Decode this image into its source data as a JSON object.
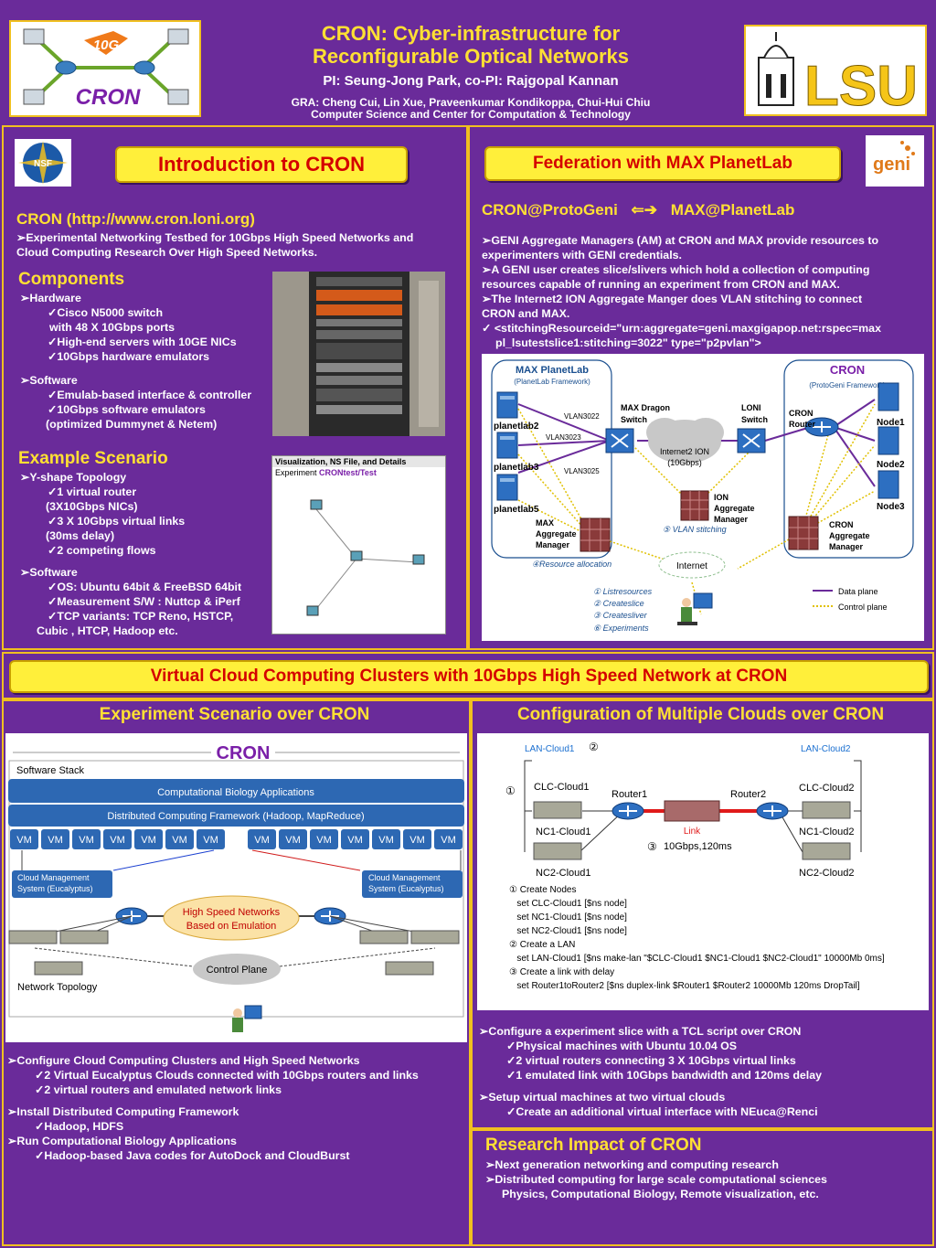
{
  "header": {
    "title_line1": "CRON: Cyber-infrastructure for",
    "title_line2": "Reconfigurable Optical Networks",
    "pi": "PI: Seung-Jong Park, co-PI: Rajgopal Kannan",
    "gra": "GRA: Cheng Cui, Lin Xue,  Praveenkumar Kondikoppa, Chui-Hui Chiu",
    "affiliation": "Computer Science and Center for Computation & Technology",
    "cron_logo_word": "CRON",
    "cron_logo_badge": "10G",
    "lsu_logo": "LSU"
  },
  "intro": {
    "badge": "NSF",
    "title": "Introduction to CRON",
    "cron_heading": "CRON (http://www.cron.loni.org)",
    "cron_desc": [
      "➢Experimental Networking Testbed for 10Gbps High Speed  Networks and",
      "Cloud Computing Research Over High Speed Networks."
    ],
    "components_heading": "Components",
    "hardware": [
      "➢Hardware",
      "✓Cisco N5000 switch",
      "with 48 X 10Gbps ports",
      "✓High-end servers with 10GE NICs",
      "✓10Gbps hardware emulators"
    ],
    "software": [
      "➢Software",
      "✓Emulab-based interface & controller",
      "✓10Gbps software emulators",
      "(optimized Dummynet  & Netem)"
    ],
    "example_heading": "Example Scenario",
    "example": [
      "➢Y-shape Topology",
      "✓1 virtual router",
      "(3X10Gbps NICs)",
      "✓3 X 10Gbps virtual links",
      "(30ms delay)",
      "✓2 competing flows"
    ],
    "example_sw": [
      "➢Software",
      "✓OS: Ubuntu 64bit & FreeBSD 64bit",
      "✓Measurement S/W : Nuttcp & iPerf",
      "✓TCP variants: TCP Reno, HSTCP,",
      "Cubic , HTCP, Hadoop etc."
    ],
    "viz_title": "Visualization, NS File, and Details",
    "viz_exp_label": "Experiment",
    "viz_exp_name": "CRONtest/Test"
  },
  "federation": {
    "title": "Federation with MAX PlanetLab",
    "geni_logo": "geni",
    "subtitle_left": "CRON@ProtoGeni",
    "arrows": "⇐➔",
    "subtitle_right": "MAX@PlanetLab",
    "bullets": [
      "➢GENI Aggregate Managers (AM) at CRON and MAX provide resources to",
      "experimenters with GENI credentials.",
      "➢A GENI user creates slice/slivers which hold a collection of computing",
      "resources capable of running an experiment from CRON and MAX.",
      "➢The Internet2 ION Aggregate Manger does VLAN stitching to connect",
      "CRON and MAX.",
      "✓  <stitchingResourceid=\"urn:aggregate=geni.maxgigapop.net:rspec=max",
      "pl_lsutestslice1:stitching=3022\" type=\"p2pvlan\">"
    ],
    "diagram": {
      "max_title": "MAX PlanetLab",
      "max_sub": "(PlanetLab Framework)",
      "cron_title": "CRON",
      "cron_sub": "(ProtoGeni Framework)",
      "planetlab2": "planetlab2",
      "planetlab3": "planetlab3",
      "planetlab5": "planetlab5",
      "vlan1": "VLAN3022",
      "vlan2": "VLAN3023",
      "vlan3": "VLAN3025",
      "max_dragon": "MAX Dragon",
      "switch_word": "Switch",
      "loni": "LONI",
      "cron_router1": "CRON",
      "cron_router2": "Router",
      "internet2": "Internet2 ION",
      "internet2b": "(10Gbps)",
      "ion1": "ION",
      "ion2": "Aggregate",
      "ion3": "Manager",
      "max_am1": "MAX",
      "max_am2": "Aggregate",
      "max_am3": "Manager",
      "cron_am1": "CRON",
      "cron_am2": "Aggregate",
      "cron_am3": "Manager",
      "node1": "Node1",
      "node2": "Node2",
      "node3": "Node3",
      "vlan_stitching": "⑤ VLAN stitching",
      "resource_alloc": "④Resource allocation",
      "internet": "Internet",
      "steps": [
        "① Listresources",
        "② Createslice",
        "③ Createsliver",
        "⑥ Experiments"
      ],
      "legend_data": "Data plane",
      "legend_control": "Control plane"
    }
  },
  "virtual": {
    "banner": "Virtual Cloud Computing Clusters with 10Gbps High Speed Network at CRON",
    "left_title": "Experiment Scenario over CRON",
    "right_title": "Configuration of Multiple Clouds over CRON"
  },
  "scenario": {
    "cron_label": "CRON",
    "software_stack": "Software Stack",
    "comp_bio": "Computational Biology Applications",
    "dist_fw": "Distributed Computing Framework (Hadoop, MapReduce)",
    "vm": "VM",
    "cloud_mgmt1": "Cloud Management",
    "cloud_mgmt2": "System (Eucalyptus)",
    "high_speed1": "High Speed Networks",
    "high_speed2": "Based on Emulation",
    "control_plane": "Control Plane",
    "network_topology": "Network Topology",
    "bullets": [
      "➢Configure Cloud Computing Clusters and High Speed Networks",
      "✓2 Virtual Eucalyptus Clouds connected  with 10Gbps routers and links",
      "✓2 virtual routers and emulated network links",
      "➢Install Distributed Computing  Framework",
      "✓Hadoop, HDFS",
      "➢Run Computational Biology Applications",
      "✓Hadoop-based Java codes for AutoDock and CloudBurst"
    ]
  },
  "config": {
    "lan1": "LAN-Cloud1",
    "lan2": "LAN-Cloud2",
    "n1": "①",
    "n2": "②",
    "n3": "③",
    "clc1": "CLC-Cloud1",
    "clc2": "CLC-Cloud2",
    "nc1c1": "NC1-Cloud1",
    "nc2c1": "NC2-Cloud1",
    "nc1c2": "NC1-Cloud2",
    "nc2c2": "NC2-Cloud2",
    "router1": "Router1",
    "router2": "Router2",
    "link": "Link",
    "link_spec": "10Gbps,120ms",
    "code": [
      "① Create Nodes",
      "   set CLC-Cloud1 [$ns node]",
      "   set NC1-Cloud1 [$ns node]",
      "   set NC2-Cloud1 [$ns node]",
      "② Create a LAN",
      "   set LAN-Cloud1 [$ns make-lan \"$CLC-Cloud1 $NC1-Cloud1 $NC2-Cloud1\" 10000Mb 0ms]",
      "③ Create a link with delay",
      "   set Router1toRouter2 [$ns duplex-link $Router1 $Router2 10000Mb 120ms DropTail]"
    ],
    "bullets": [
      "➢Configure a experiment slice with a TCL script over CRON",
      "✓Physical machines with Ubuntu 10.04 OS",
      "✓2 virtual routers connecting 3 X 10Gbps virtual links",
      "✓1 emulated link with 10Gbps bandwidth and 120ms delay",
      "➢Setup virtual machines at two virtual clouds",
      "✓Create an additional virtual interface with NEuca@Renci"
    ]
  },
  "impact": {
    "title": "Research Impact of CRON",
    "bullets": [
      "➢Next generation networking and computing research",
      "➢Distributed computing for large scale computational sciences",
      "Physics, Computational Biology, Remote visualization, etc."
    ]
  },
  "colors": {
    "background": "#6a2b9a",
    "gold": "#f0c020",
    "title_yellow": "#ffe033",
    "button_red": "#d40000",
    "lsu_gold": "#f5c518"
  }
}
